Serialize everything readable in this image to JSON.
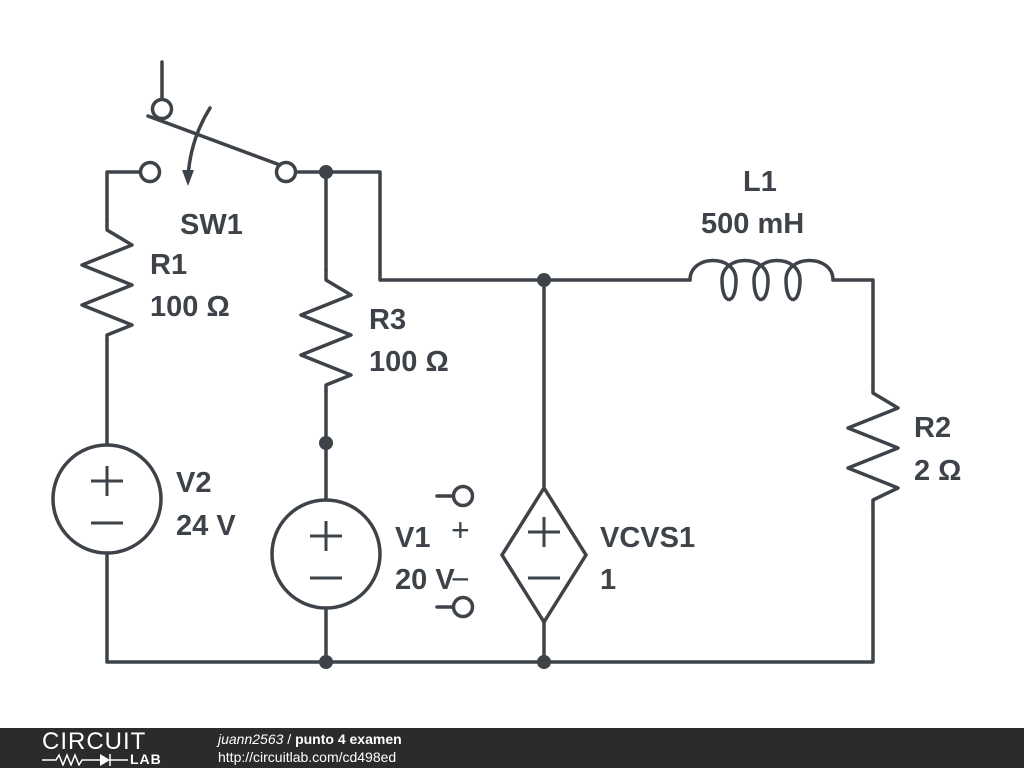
{
  "components": {
    "sw1": {
      "name": "SW1"
    },
    "r1": {
      "name": "R1",
      "value": "100 Ω"
    },
    "r3": {
      "name": "R3",
      "value": "100 Ω"
    },
    "l1": {
      "name": "L1",
      "value": "500 mH"
    },
    "r2": {
      "name": "R2",
      "value": "2 Ω"
    },
    "v2": {
      "name": "V2",
      "value": "24 V"
    },
    "v1": {
      "name": "V1",
      "value": "20 V"
    },
    "vcvs1": {
      "name": "VCVS1",
      "value": "1"
    },
    "control_port": {
      "plus": "+",
      "minus": "−"
    }
  },
  "footer": {
    "logo_top": "CIRCUIT",
    "logo_bottom": "LAB",
    "author": "juann2563",
    "separator": " / ",
    "title": "punto 4 examen",
    "url": "http://circuitlab.com/cd498ed"
  },
  "colors": {
    "ink": "#3d4349",
    "footer_bg": "#2b2b2b",
    "footer_text": "#ffffff"
  }
}
